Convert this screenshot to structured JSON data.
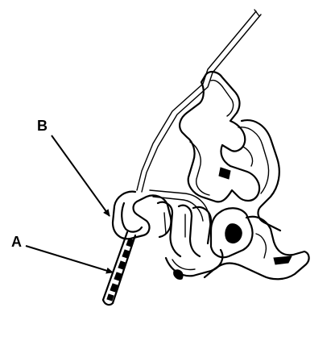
{
  "diagram": {
    "labels": [
      {
        "id": "A",
        "text": "A"
      },
      {
        "id": "B",
        "text": "B"
      }
    ],
    "colors": {
      "ink": "#000000",
      "background": "#ffffff"
    }
  }
}
